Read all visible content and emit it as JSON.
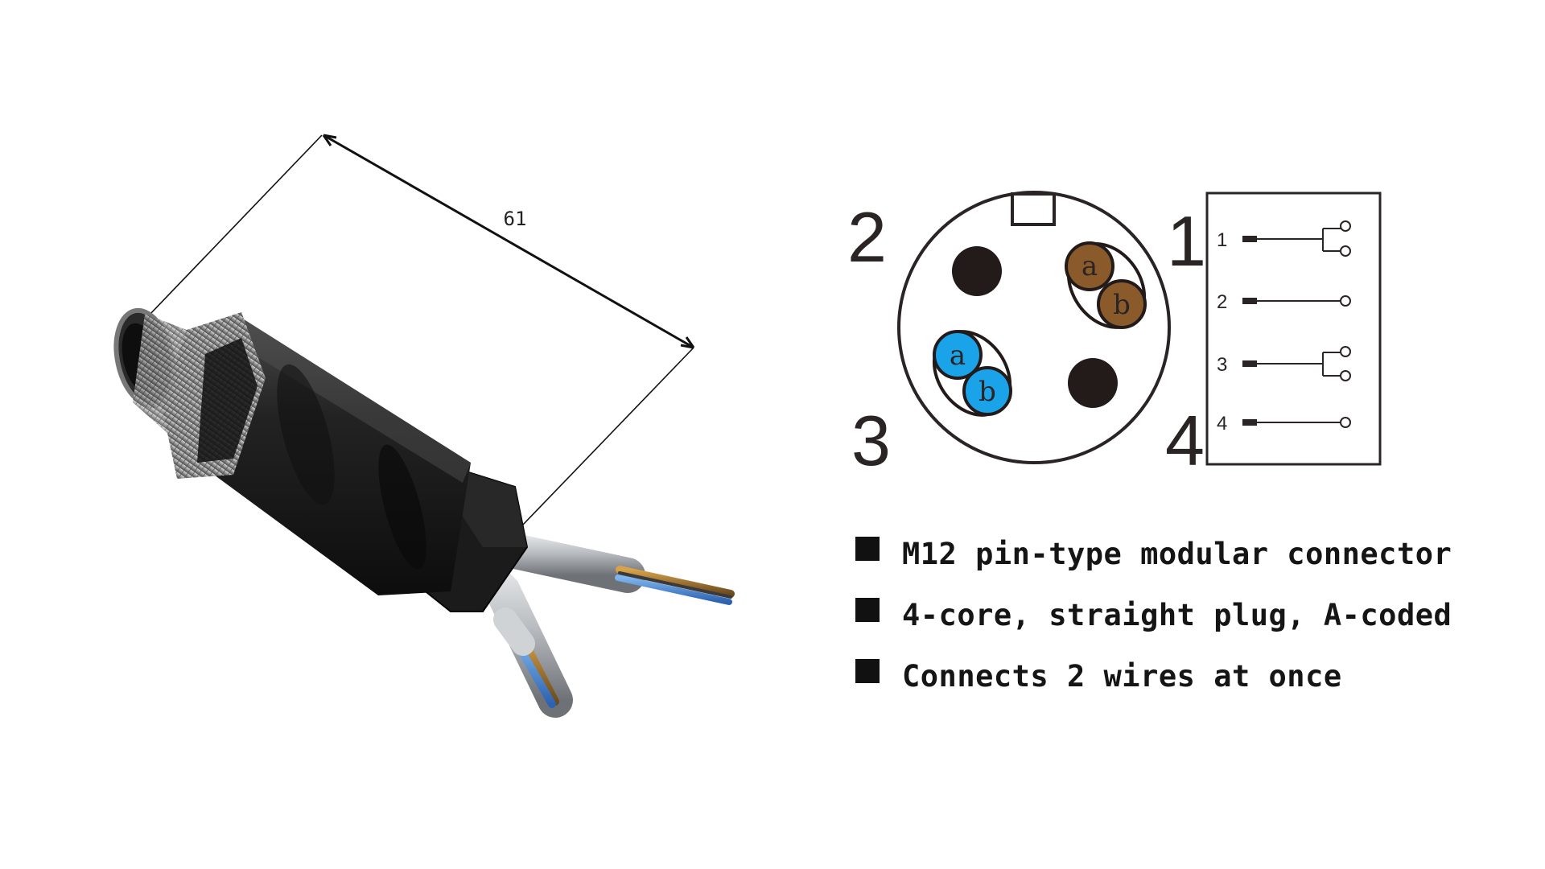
{
  "dimension": {
    "length_label": "61"
  },
  "pinout": {
    "face_labels": [
      "1",
      "2",
      "3",
      "4"
    ],
    "pair_labels": [
      "a",
      "b"
    ],
    "colors": {
      "brown": "#8a5a2b",
      "blue": "#1aa3e8",
      "black": "#231a1a",
      "outline": "#2a2424"
    }
  },
  "schematic": {
    "pin_labels": [
      "1",
      "2",
      "3",
      "4"
    ]
  },
  "features": [
    {
      "icon": "black-square-bullet",
      "text": "M12 pin-type modular connector"
    },
    {
      "icon": "black-square-bullet",
      "text": "4-core, straight plug, A-coded"
    },
    {
      "icon": "black-square-bullet",
      "text": "Connects 2 wires at once"
    }
  ]
}
